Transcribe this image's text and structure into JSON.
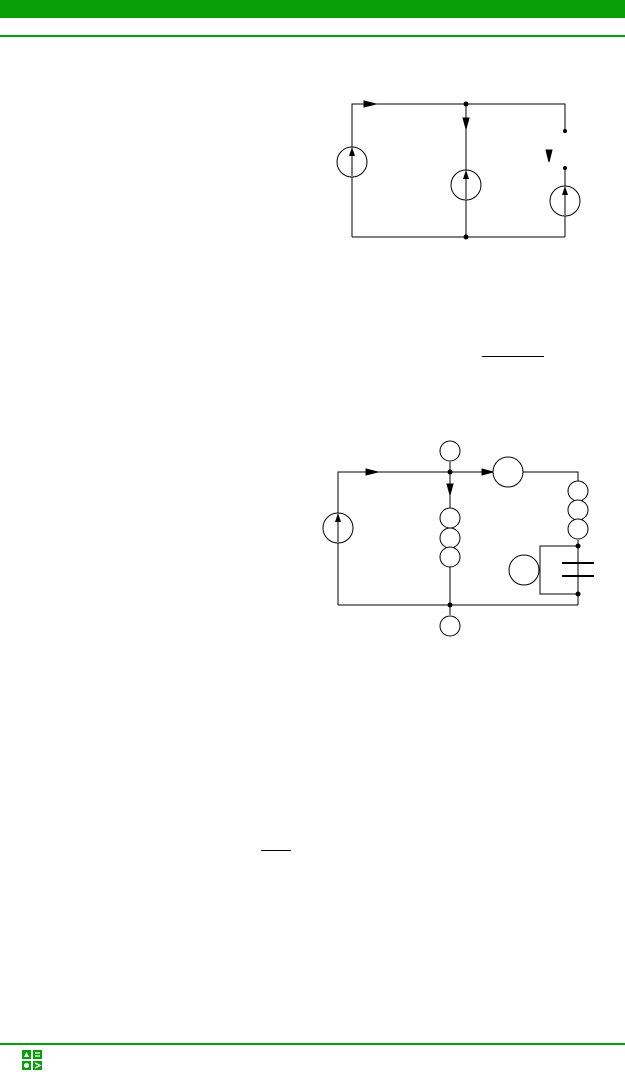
{
  "theme": {
    "accent": "#08a008",
    "line": "#000000"
  },
  "header": {},
  "footer": {
    "logo_icon": "publisher-logo-icon"
  },
  "figures": [
    {
      "name": "circuit-diagram-1",
      "elements": [
        "current-source",
        "current-source",
        "switch",
        "current-source"
      ]
    },
    {
      "name": "circuit-diagram-2",
      "elements": [
        "current-source",
        "meter",
        "inductor",
        "meter",
        "inductor",
        "meter",
        "capacitor",
        "meter"
      ]
    }
  ]
}
